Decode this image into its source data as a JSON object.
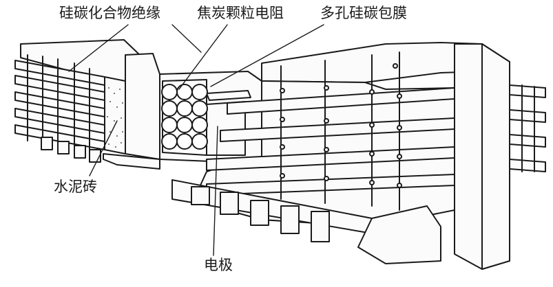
{
  "labels": {
    "insulation": "硅碳化合物绝缘",
    "resistor": "焦炭颗粒电阻",
    "coating": "多孔硅碳包膜",
    "cement_brick": "水泥砖",
    "electrode": "电极"
  },
  "colors": {
    "ink": "#1a1a1a",
    "background": "#ffffff",
    "fill": "#fbfbfb"
  }
}
